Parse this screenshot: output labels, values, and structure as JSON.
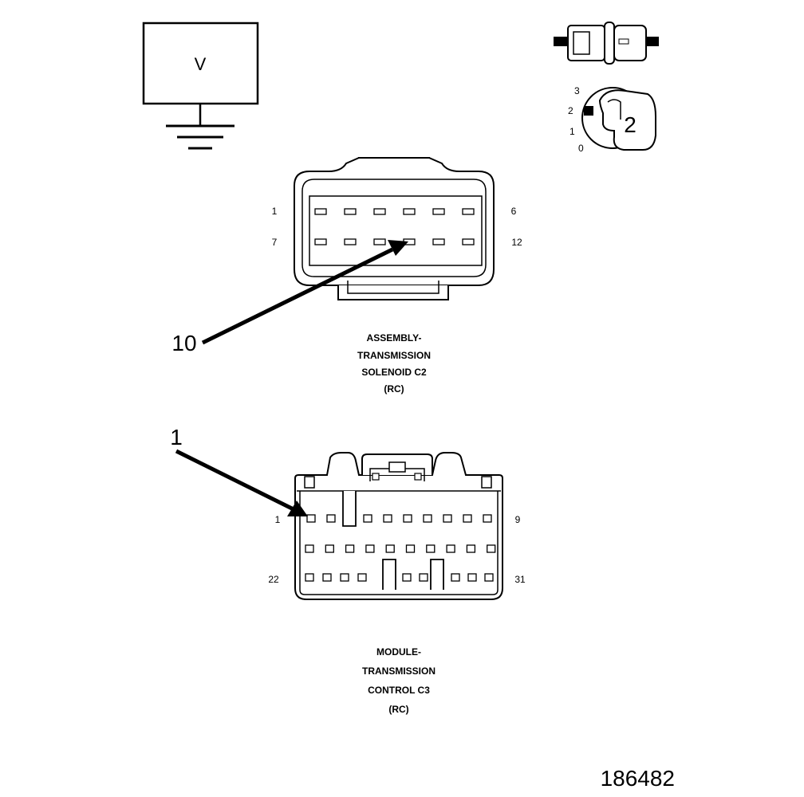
{
  "voltmeter": {
    "label": "V"
  },
  "ignition_switch": {
    "positions": [
      "3",
      "2",
      "1",
      "0"
    ],
    "selected": "2"
  },
  "connector_c2": {
    "pin_labels": {
      "top_left": "1",
      "top_right": "6",
      "bottom_left": "7",
      "bottom_right": "12"
    },
    "probe_pin": "10",
    "title_lines": [
      "ASSEMBLY-",
      "TRANSMISSION",
      "SOLENOID C2",
      "(RC)"
    ]
  },
  "connector_c3": {
    "pin_labels": {
      "row1_left": "1",
      "row1_right": "9",
      "row3_left": "22",
      "row3_right": "31"
    },
    "probe_pin": "1",
    "title_lines": [
      "MODULE-",
      "TRANSMISSION",
      "CONTROL C3",
      "(RC)"
    ]
  },
  "figure_number": "186482"
}
